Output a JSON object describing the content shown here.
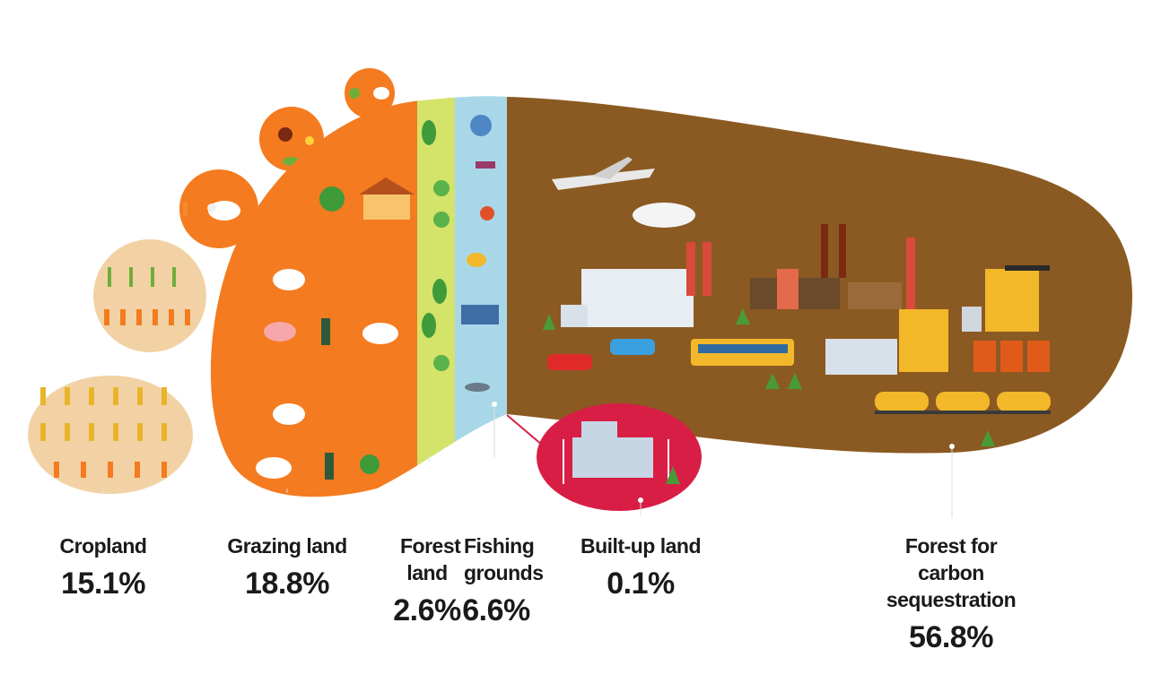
{
  "categories": [
    {
      "key": "cropland",
      "name": "Cropland",
      "percent": "15.1%",
      "color": "#f2d2a4"
    },
    {
      "key": "grazing",
      "name": "Grazing land",
      "percent": "18.8%",
      "color": "#f47b20"
    },
    {
      "key": "forest",
      "name": "Forest land",
      "percent": "2.6%",
      "color": "#d4e36a"
    },
    {
      "key": "fishing",
      "name": "Fishing grounds",
      "percent": "6.6%",
      "color": "#a8d8e8"
    },
    {
      "key": "builtup",
      "name": "Built-up land",
      "percent": "0.1%",
      "color": "#d81e45"
    },
    {
      "key": "carbon",
      "name": "Forest for carbon sequestration",
      "percent": "56.8%",
      "color": "#8a5a22"
    }
  ],
  "icons": [
    "airplane-icon",
    "factory-icon",
    "car-icon",
    "bus-icon",
    "oil-pump-icon",
    "cow-icon",
    "sheep-icon",
    "tree-icon",
    "fish-icon",
    "boat-icon",
    "power-pylon-icon",
    "carrot-icon",
    "corn-icon",
    "farmhouse-icon"
  ]
}
